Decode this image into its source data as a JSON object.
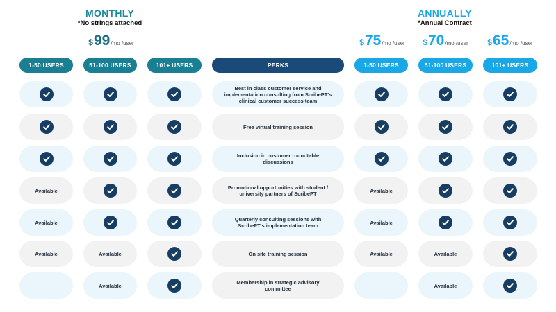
{
  "monthly": {
    "title": "MONTHLY",
    "subtitle": "*No strings attached",
    "price": {
      "currency": "$",
      "amount": "99",
      "unit": "/mo /user"
    }
  },
  "annually": {
    "title": "ANNUALLY",
    "subtitle": "*Annual Contract",
    "prices": [
      {
        "currency": "$",
        "amount": "75",
        "unit": "/mo /user"
      },
      {
        "currency": "$",
        "amount": "70",
        "unit": "/mo /user"
      },
      {
        "currency": "$",
        "amount": "65",
        "unit": "/mo /user"
      }
    ]
  },
  "headers": [
    "1-50 USERS",
    "51-100 USERS",
    "101+ USERS",
    "PERKS",
    "1-50 USERS",
    "51-100 USERS",
    "101+ USERS"
  ],
  "available_label": "Available",
  "rows": [
    {
      "perk": "Best in class customer service and implementation consulting from ScribePT's clinical customer success team",
      "cells": [
        "check",
        "check",
        "check",
        "check",
        "check",
        "check"
      ]
    },
    {
      "perk": "Free virtual training session",
      "cells": [
        "check",
        "check",
        "check",
        "check",
        "check",
        "check"
      ]
    },
    {
      "perk": "Inclusion in customer roundtable discussions",
      "cells": [
        "check",
        "check",
        "check",
        "check",
        "check",
        "check"
      ]
    },
    {
      "perk": "Promotional opportunities with student / university partners of ScribePT",
      "cells": [
        "available",
        "check",
        "check",
        "available",
        "check",
        "check"
      ]
    },
    {
      "perk": "Quarterly consulting sessions with ScribePT's implementation team",
      "cells": [
        "available",
        "check",
        "check",
        "available",
        "check",
        "check"
      ]
    },
    {
      "perk": "On site training session",
      "cells": [
        "available",
        "available",
        "check",
        "available",
        "available",
        "check"
      ]
    },
    {
      "perk": "Membership in strategic advisory committee",
      "cells": [
        "empty",
        "available",
        "check",
        "empty",
        "available",
        "check"
      ]
    }
  ],
  "colors": {
    "monthly_accent": "#1a7f93",
    "annual_accent": "#1aa7e6",
    "perks_header": "#1a4a78",
    "check_fill": "#173d63",
    "row_light": "#eaf6fb",
    "row_grey": "#f2f2f2"
  },
  "icons": {
    "included": "check-circle-icon"
  }
}
